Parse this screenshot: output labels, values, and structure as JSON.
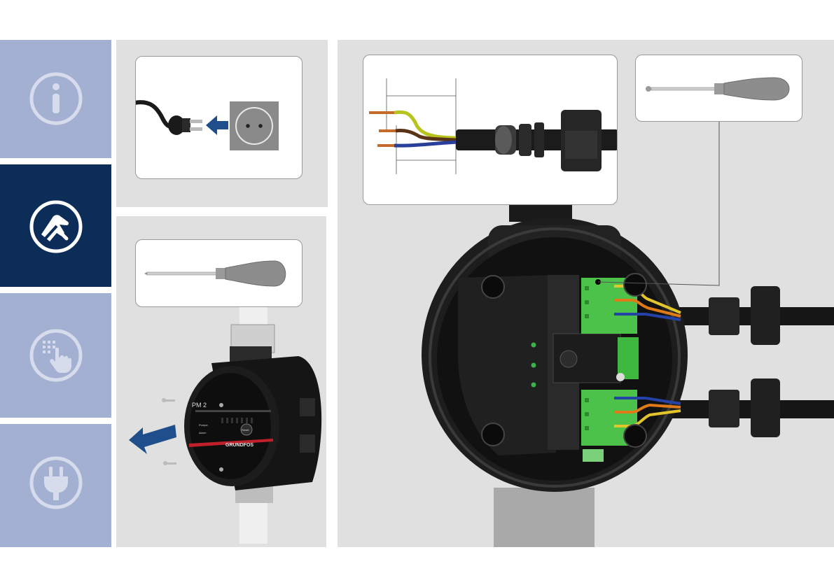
{
  "colors": {
    "nav_inactive": "#a3b0d2",
    "nav_active": "#0b2d57",
    "panel_background": "#e0e0e0",
    "arrow_blue": "#1f4e8c"
  },
  "nav": {
    "items": [
      {
        "icon": "info-icon",
        "active": false
      },
      {
        "icon": "installation-hand-icon",
        "active": true
      },
      {
        "icon": "touch-keypad-icon",
        "active": false
      },
      {
        "icon": "power-plug-icon",
        "active": false
      }
    ]
  },
  "illustrations": {
    "step1": "unplug-power-icon",
    "step2_tool": "screwdriver-icon",
    "step2": "remove-front-cover",
    "step3": "cable-strip-lengths",
    "step4_tool": "screwdriver-icon",
    "step4": "terminal-box-wiring"
  },
  "device": {
    "model_label": "PM 2",
    "brand_label": "GRUNDFOS",
    "reset_label": "Reset",
    "led_label_1": "Pumpe",
    "led_label_2": "Alarm"
  }
}
